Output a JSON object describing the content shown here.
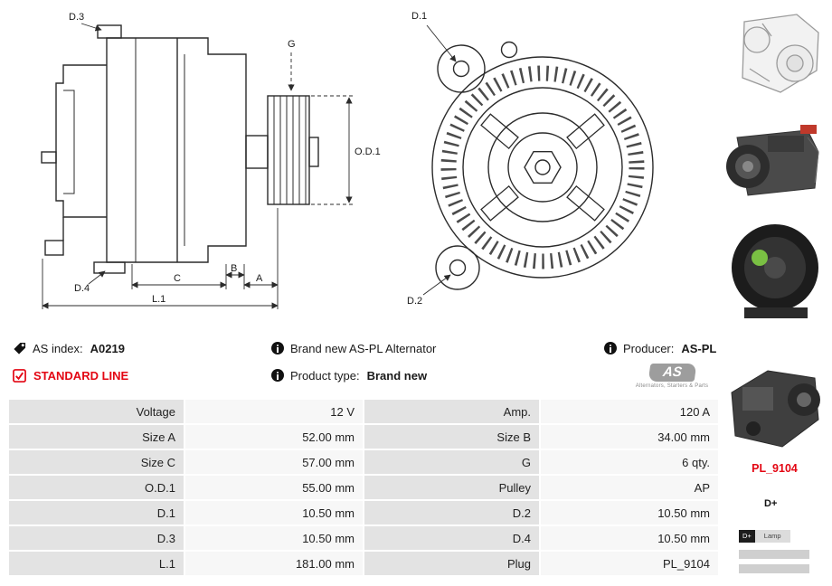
{
  "info_rows": {
    "as_index": {
      "label": "AS index:",
      "value": "A0219"
    },
    "brand_new": {
      "text": "Brand new AS-PL Alternator"
    },
    "producer": {
      "label": "Producer:",
      "value": "AS-PL"
    },
    "standard_line": {
      "text": "STANDARD LINE"
    },
    "product_type": {
      "label": "Product type:",
      "value": "Brand new"
    },
    "logo": {
      "text": "AS",
      "tagline": "Alternators, Starters & Parts"
    }
  },
  "icons": {
    "as_index": "tag-icon",
    "info": "info-icon",
    "standard_line": "checkbox-checked-icon"
  },
  "diagram": {
    "side": {
      "d3": "D.3",
      "g": "G",
      "od1": "O.D.1",
      "d4": "D.4",
      "c": "C",
      "b": "B",
      "a": "A",
      "l1": "L.1"
    },
    "front": {
      "d1": "D.1",
      "d2": "D.2"
    }
  },
  "photos": {
    "plug_code": "PL_9104",
    "terminal": "D+",
    "lamp_badge_left": "D+",
    "lamp_badge_right": "Lamp"
  },
  "colors": {
    "accent_red": "#e30613",
    "table_label_bg": "#e3e3e3",
    "table_value_bg": "#f7f7f7",
    "drawing_stroke": "#2b2b2b"
  },
  "spec_table": {
    "rows": [
      {
        "l1": "Voltage",
        "v1": "12 V",
        "l2": "Amp.",
        "v2": "120 A"
      },
      {
        "l1": "Size A",
        "v1": "52.00 mm",
        "l2": "Size B",
        "v2": "34.00 mm"
      },
      {
        "l1": "Size C",
        "v1": "57.00 mm",
        "l2": "G",
        "v2": "6 qty."
      },
      {
        "l1": "O.D.1",
        "v1": "55.00 mm",
        "l2": "Pulley",
        "v2": "AP"
      },
      {
        "l1": "D.1",
        "v1": "10.50 mm",
        "l2": "D.2",
        "v2": "10.50 mm"
      },
      {
        "l1": "D.3",
        "v1": "10.50 mm",
        "l2": "D.4",
        "v2": "10.50 mm"
      },
      {
        "l1": "L.1",
        "v1": "181.00 mm",
        "l2": "Plug",
        "v2": "PL_9104"
      }
    ]
  }
}
